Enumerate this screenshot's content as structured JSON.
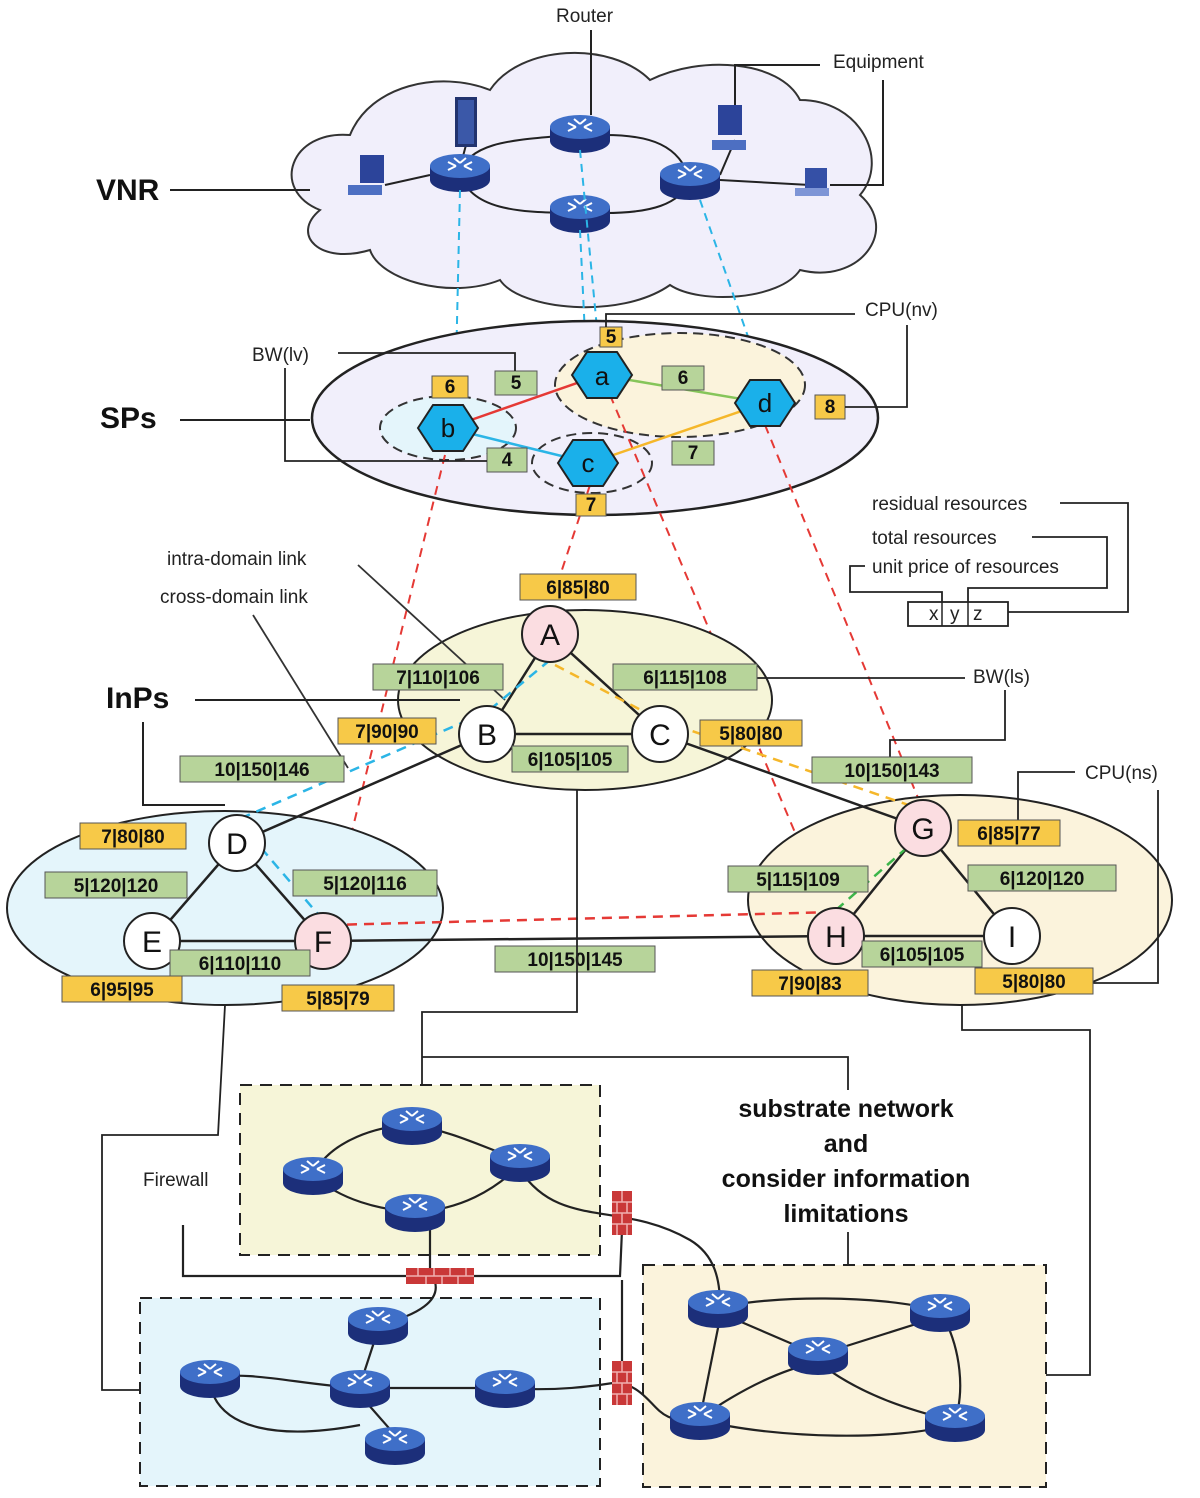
{
  "labels": {
    "vnr": "VNR",
    "sps": "SPs",
    "inps": "InPs",
    "router": "Router",
    "equipment": "Equipment",
    "cpu_nv": "CPU(nv)",
    "bw_lv": "BW(lv)",
    "residual": "residual resources",
    "total": "total  resources",
    "unit_price": "unit price of resources",
    "legend_x": "x",
    "legend_y": "y",
    "legend_z": "z",
    "intra": "intra-domain link",
    "cross": "cross-domain link",
    "bw_ls": "BW(ls)",
    "cpu_ns": "CPU(ns)",
    "firewall": "Firewall",
    "substrate_1": "substrate network",
    "substrate_2": "and",
    "substrate_3": "consider information",
    "substrate_4": "limitations"
  },
  "virtual_nodes": {
    "a": "a",
    "b": "b",
    "c": "c",
    "d": "d"
  },
  "virtual_cpu": {
    "a": "5",
    "b": "6",
    "c": "7",
    "d": "8"
  },
  "virtual_bw": {
    "ab": "5",
    "ad": "6",
    "bc": "4",
    "cd": "7"
  },
  "substrate_nodes": {
    "A": "A",
    "B": "B",
    "C": "C",
    "D": "D",
    "E": "E",
    "F": "F",
    "G": "G",
    "H": "H",
    "I": "I"
  },
  "substrate_cpu": {
    "A": "6|85|80",
    "B": "7|90|90",
    "C": "5|80|80",
    "D": "7|80|80",
    "E": "6|95|95",
    "F": "5|85|79",
    "G": "6|85|77",
    "H": "7|90|83",
    "I": "5|80|80"
  },
  "substrate_bw": {
    "AB": "7|110|106",
    "AC": "6|115|108",
    "BC": "6|105|105",
    "BD": "10|150|146",
    "CG": "10|150|143",
    "DE": "5|120|120",
    "DF": "5|120|116",
    "EF": "6|110|110",
    "FH": "10|150|145",
    "GH": "5|115|109",
    "GI": "6|120|120",
    "HI": "6|105|105"
  },
  "colors": {
    "cpu_box": "#f7c948",
    "bw_box": "#b7d49a",
    "vnode": "#1ab0ea",
    "mapped_node": "#fbdde1",
    "cloud": "#f1effb",
    "domain_yellow": "#f6f5d8",
    "domain_blue": "#e4f5fb",
    "domain_cream": "#fbf3dc"
  }
}
